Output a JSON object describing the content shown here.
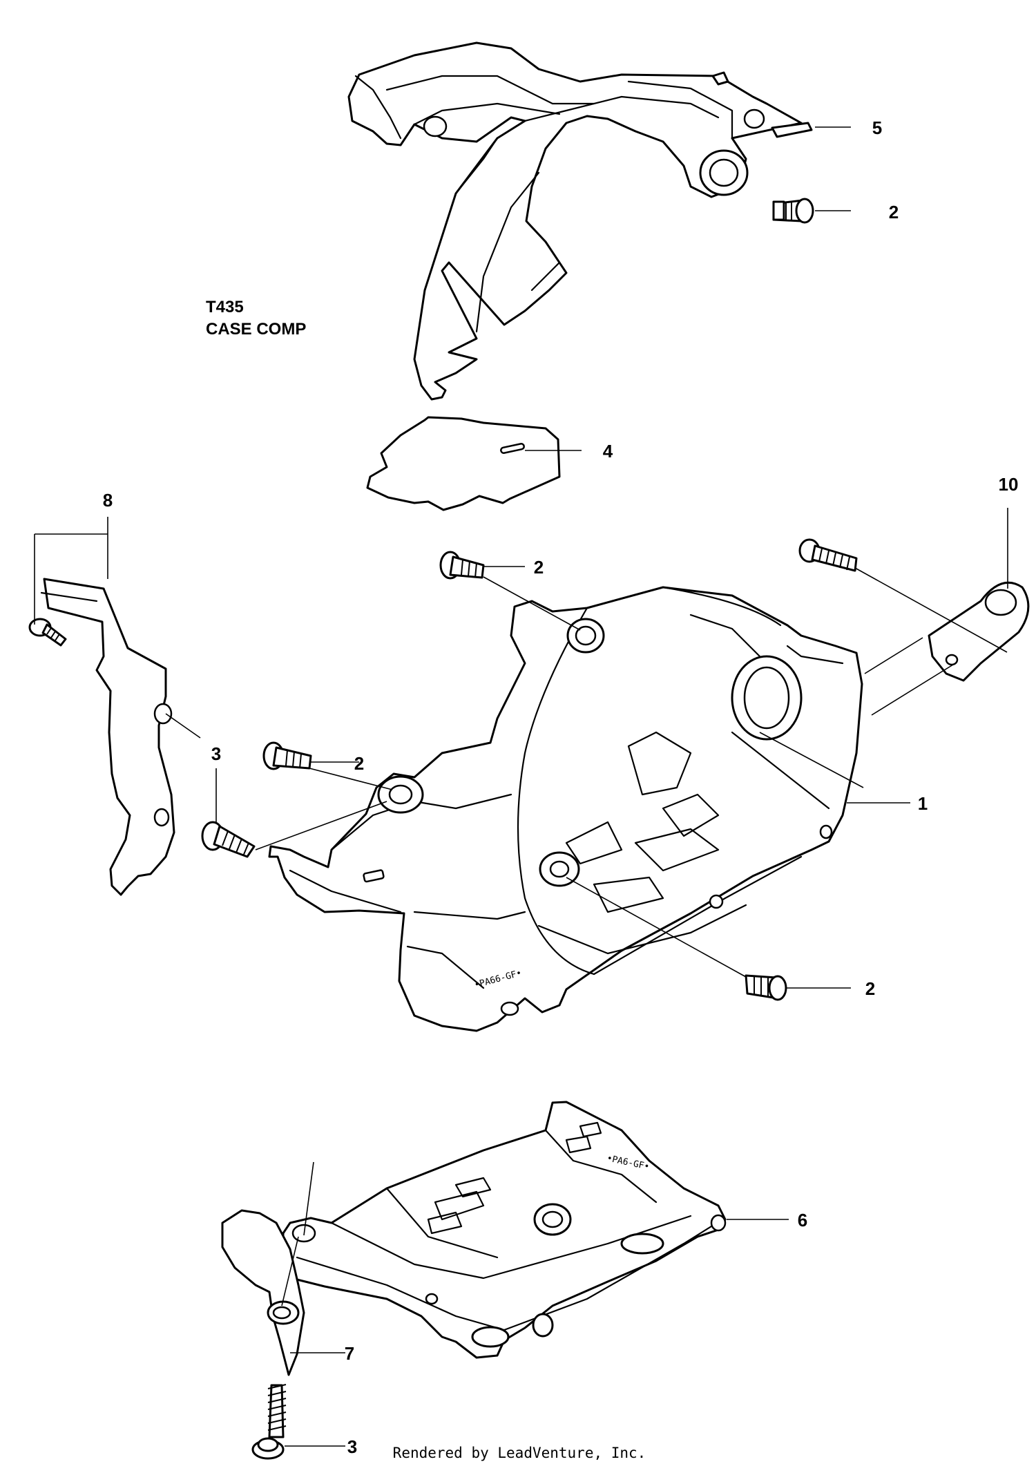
{
  "diagram": {
    "title_line1": "T435",
    "title_line2": "CASE COMP",
    "footer": "Rendered by LeadVenture, Inc.",
    "callouts": [
      {
        "label": "5"
      },
      {
        "label": "2"
      },
      {
        "label": "4"
      },
      {
        "label": "8"
      },
      {
        "label": "10"
      },
      {
        "label": "2"
      },
      {
        "label": "2"
      },
      {
        "label": "3"
      },
      {
        "label": "1"
      },
      {
        "label": "2"
      },
      {
        "label": "6"
      },
      {
        "label": "7"
      },
      {
        "label": "3"
      }
    ],
    "parts": [
      {
        "id": "crankcase"
      },
      {
        "id": "screw"
      },
      {
        "id": "plate"
      },
      {
        "id": "handle-bracket"
      },
      {
        "id": "lower-cover"
      },
      {
        "id": "hook"
      },
      {
        "id": "ring-lug"
      },
      {
        "id": "side-plate"
      }
    ]
  }
}
